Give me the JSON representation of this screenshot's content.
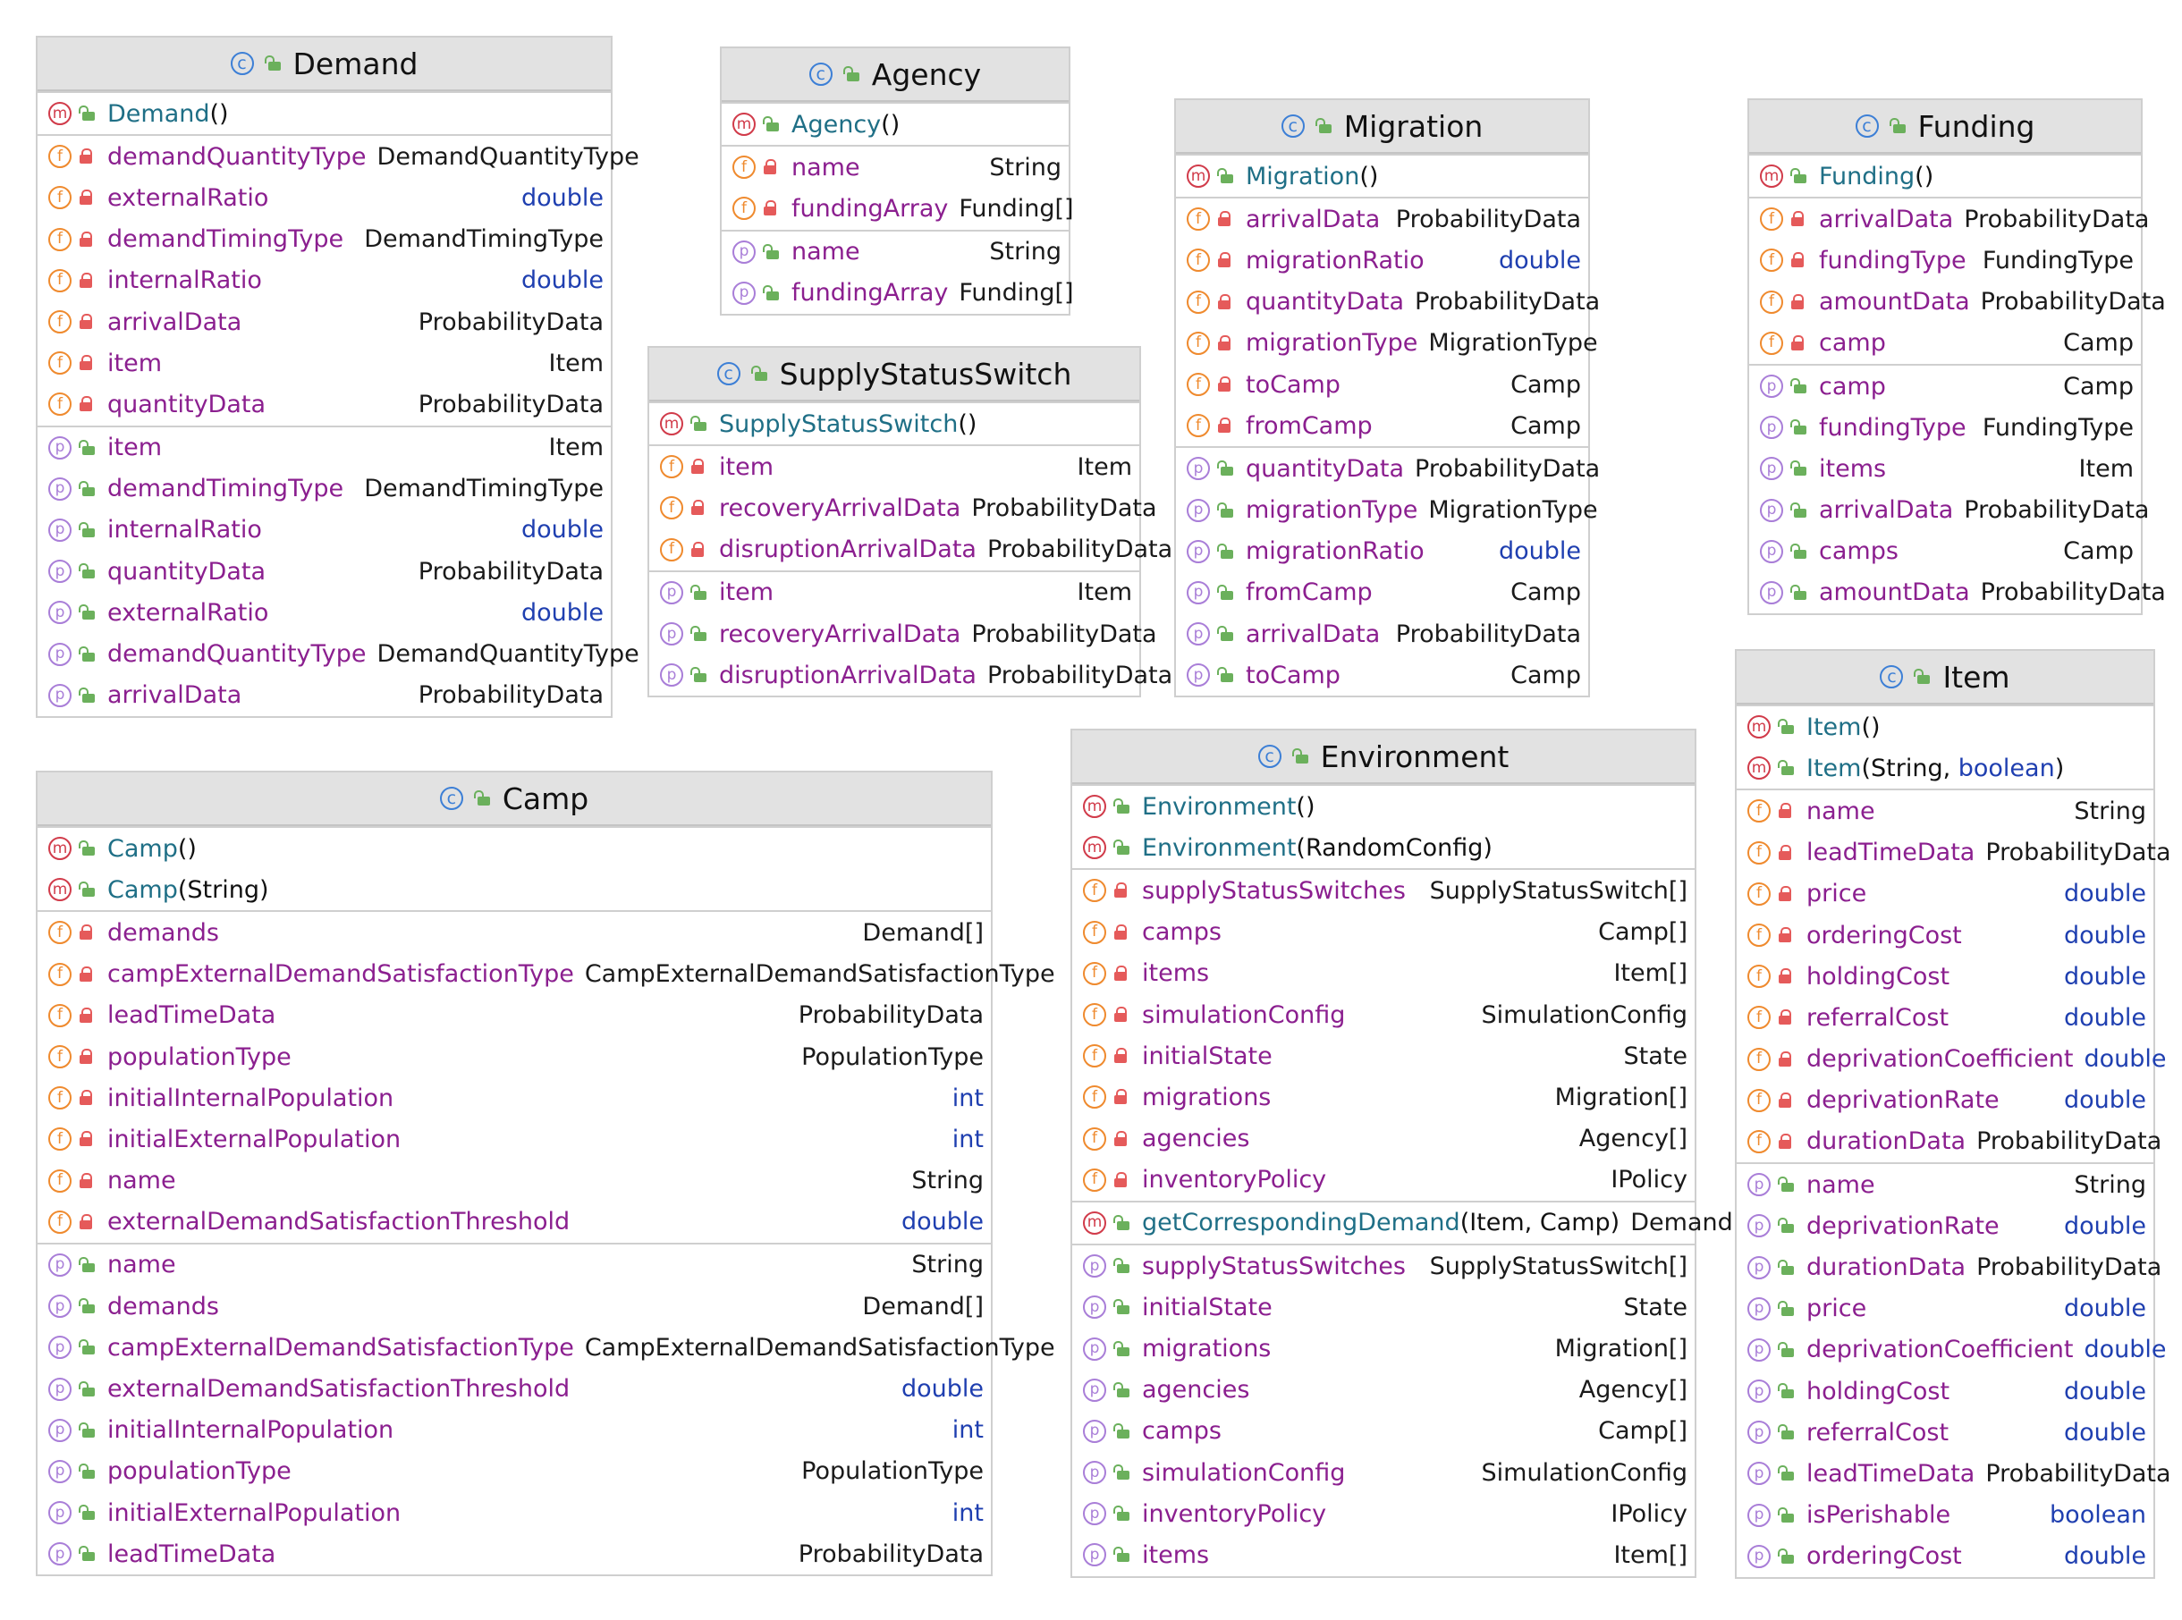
{
  "icons": {
    "class": "class-c-icon",
    "public": "public-lock-icon",
    "private": "private-lock-icon",
    "method": "method-m-icon",
    "field": "field-f-icon",
    "property": "property-p-icon"
  },
  "colors": {
    "method_name": "#1f6f86",
    "member_name": "#8b1f8f",
    "primitive_type": "#1f3fb0",
    "header_bg": "#e2e2e2",
    "method_icon": "#d13b4a",
    "field_icon": "#ef8a2e",
    "property_icon": "#a97ed8",
    "class_icon": "#3c7fd6"
  },
  "classes": [
    {
      "id": "demand",
      "name": "Demand",
      "sections": [
        [
          {
            "kind": "m",
            "vis": "pub",
            "name": "Demand",
            "args": "()"
          }
        ],
        [
          {
            "kind": "f",
            "vis": "priv",
            "name": "demandQuantityType",
            "type": "DemandQuantityType"
          },
          {
            "kind": "f",
            "vis": "priv",
            "name": "externalRatio",
            "type": "double",
            "prim": true
          },
          {
            "kind": "f",
            "vis": "priv",
            "name": "demandTimingType",
            "type": "DemandTimingType"
          },
          {
            "kind": "f",
            "vis": "priv",
            "name": "internalRatio",
            "type": "double",
            "prim": true
          },
          {
            "kind": "f",
            "vis": "priv",
            "name": "arrivalData",
            "type": "ProbabilityData"
          },
          {
            "kind": "f",
            "vis": "priv",
            "name": "item",
            "type": "Item"
          },
          {
            "kind": "f",
            "vis": "priv",
            "name": "quantityData",
            "type": "ProbabilityData"
          }
        ],
        [
          {
            "kind": "p",
            "vis": "pub",
            "name": "item",
            "type": "Item"
          },
          {
            "kind": "p",
            "vis": "pub",
            "name": "demandTimingType",
            "type": "DemandTimingType"
          },
          {
            "kind": "p",
            "vis": "pub",
            "name": "internalRatio",
            "type": "double",
            "prim": true
          },
          {
            "kind": "p",
            "vis": "pub",
            "name": "quantityData",
            "type": "ProbabilityData"
          },
          {
            "kind": "p",
            "vis": "pub",
            "name": "externalRatio",
            "type": "double",
            "prim": true
          },
          {
            "kind": "p",
            "vis": "pub",
            "name": "demandQuantityType",
            "type": "DemandQuantityType"
          },
          {
            "kind": "p",
            "vis": "pub",
            "name": "arrivalData",
            "type": "ProbabilityData"
          }
        ]
      ]
    },
    {
      "id": "agency",
      "name": "Agency",
      "sections": [
        [
          {
            "kind": "m",
            "vis": "pub",
            "name": "Agency",
            "args": "()"
          }
        ],
        [
          {
            "kind": "f",
            "vis": "priv",
            "name": "name",
            "type": "String"
          },
          {
            "kind": "f",
            "vis": "priv",
            "name": "fundingArray",
            "type": "Funding[]"
          }
        ],
        [
          {
            "kind": "p",
            "vis": "pub",
            "name": "name",
            "type": "String"
          },
          {
            "kind": "p",
            "vis": "pub",
            "name": "fundingArray",
            "type": "Funding[]"
          }
        ]
      ]
    },
    {
      "id": "supply",
      "name": "SupplyStatusSwitch",
      "sections": [
        [
          {
            "kind": "m",
            "vis": "pub",
            "name": "SupplyStatusSwitch",
            "args": "()"
          }
        ],
        [
          {
            "kind": "f",
            "vis": "priv",
            "name": "item",
            "type": "Item"
          },
          {
            "kind": "f",
            "vis": "priv",
            "name": "recoveryArrivalData",
            "type": "ProbabilityData"
          },
          {
            "kind": "f",
            "vis": "priv",
            "name": "disruptionArrivalData",
            "type": "ProbabilityData"
          }
        ],
        [
          {
            "kind": "p",
            "vis": "pub",
            "name": "item",
            "type": "Item"
          },
          {
            "kind": "p",
            "vis": "pub",
            "name": "recoveryArrivalData",
            "type": "ProbabilityData"
          },
          {
            "kind": "p",
            "vis": "pub",
            "name": "disruptionArrivalData",
            "type": "ProbabilityData"
          }
        ]
      ]
    },
    {
      "id": "migration",
      "name": "Migration",
      "sections": [
        [
          {
            "kind": "m",
            "vis": "pub",
            "name": "Migration",
            "args": "()"
          }
        ],
        [
          {
            "kind": "f",
            "vis": "priv",
            "name": "arrivalData",
            "type": "ProbabilityData"
          },
          {
            "kind": "f",
            "vis": "priv",
            "name": "migrationRatio",
            "type": "double",
            "prim": true
          },
          {
            "kind": "f",
            "vis": "priv",
            "name": "quantityData",
            "type": "ProbabilityData"
          },
          {
            "kind": "f",
            "vis": "priv",
            "name": "migrationType",
            "type": "MigrationType"
          },
          {
            "kind": "f",
            "vis": "priv",
            "name": "toCamp",
            "type": "Camp"
          },
          {
            "kind": "f",
            "vis": "priv",
            "name": "fromCamp",
            "type": "Camp"
          }
        ],
        [
          {
            "kind": "p",
            "vis": "pub",
            "name": "quantityData",
            "type": "ProbabilityData"
          },
          {
            "kind": "p",
            "vis": "pub",
            "name": "migrationType",
            "type": "MigrationType"
          },
          {
            "kind": "p",
            "vis": "pub",
            "name": "migrationRatio",
            "type": "double",
            "prim": true
          },
          {
            "kind": "p",
            "vis": "pub",
            "name": "fromCamp",
            "type": "Camp"
          },
          {
            "kind": "p",
            "vis": "pub",
            "name": "arrivalData",
            "type": "ProbabilityData"
          },
          {
            "kind": "p",
            "vis": "pub",
            "name": "toCamp",
            "type": "Camp"
          }
        ]
      ]
    },
    {
      "id": "funding",
      "name": "Funding",
      "sections": [
        [
          {
            "kind": "m",
            "vis": "pub",
            "name": "Funding",
            "args": "()"
          }
        ],
        [
          {
            "kind": "f",
            "vis": "priv",
            "name": "arrivalData",
            "type": "ProbabilityData"
          },
          {
            "kind": "f",
            "vis": "priv",
            "name": "fundingType",
            "type": "FundingType"
          },
          {
            "kind": "f",
            "vis": "priv",
            "name": "amountData",
            "type": "ProbabilityData"
          },
          {
            "kind": "f",
            "vis": "priv",
            "name": "camp",
            "type": "Camp"
          }
        ],
        [
          {
            "kind": "p",
            "vis": "pub",
            "name": "camp",
            "type": "Camp"
          },
          {
            "kind": "p",
            "vis": "pub",
            "name": "fundingType",
            "type": "FundingType"
          },
          {
            "kind": "p",
            "vis": "pub",
            "name": "items",
            "type": "Item"
          },
          {
            "kind": "p",
            "vis": "pub",
            "name": "arrivalData",
            "type": "ProbabilityData"
          },
          {
            "kind": "p",
            "vis": "pub",
            "name": "camps",
            "type": "Camp"
          },
          {
            "kind": "p",
            "vis": "pub",
            "name": "amountData",
            "type": "ProbabilityData"
          }
        ]
      ]
    },
    {
      "id": "item",
      "name": "Item",
      "sections": [
        [
          {
            "kind": "m",
            "vis": "pub",
            "name": "Item",
            "args": "()"
          },
          {
            "kind": "m",
            "vis": "pub",
            "name": "Item",
            "args": "(String, boolean)"
          }
        ],
        [
          {
            "kind": "f",
            "vis": "priv",
            "name": "name",
            "type": "String"
          },
          {
            "kind": "f",
            "vis": "priv",
            "name": "leadTimeData",
            "type": "ProbabilityData"
          },
          {
            "kind": "f",
            "vis": "priv",
            "name": "price",
            "type": "double",
            "prim": true
          },
          {
            "kind": "f",
            "vis": "priv",
            "name": "orderingCost",
            "type": "double",
            "prim": true
          },
          {
            "kind": "f",
            "vis": "priv",
            "name": "holdingCost",
            "type": "double",
            "prim": true
          },
          {
            "kind": "f",
            "vis": "priv",
            "name": "referralCost",
            "type": "double",
            "prim": true
          },
          {
            "kind": "f",
            "vis": "priv",
            "name": "deprivationCoefficient",
            "type": "double",
            "prim": true
          },
          {
            "kind": "f",
            "vis": "priv",
            "name": "deprivationRate",
            "type": "double",
            "prim": true
          },
          {
            "kind": "f",
            "vis": "priv",
            "name": "durationData",
            "type": "ProbabilityData"
          }
        ],
        [
          {
            "kind": "p",
            "vis": "pub",
            "name": "name",
            "type": "String"
          },
          {
            "kind": "p",
            "vis": "pub",
            "name": "deprivationRate",
            "type": "double",
            "prim": true
          },
          {
            "kind": "p",
            "vis": "pub",
            "name": "durationData",
            "type": "ProbabilityData"
          },
          {
            "kind": "p",
            "vis": "pub",
            "name": "price",
            "type": "double",
            "prim": true
          },
          {
            "kind": "p",
            "vis": "pub",
            "name": "deprivationCoefficient",
            "type": "double",
            "prim": true
          },
          {
            "kind": "p",
            "vis": "pub",
            "name": "holdingCost",
            "type": "double",
            "prim": true
          },
          {
            "kind": "p",
            "vis": "pub",
            "name": "referralCost",
            "type": "double",
            "prim": true
          },
          {
            "kind": "p",
            "vis": "pub",
            "name": "leadTimeData",
            "type": "ProbabilityData"
          },
          {
            "kind": "p",
            "vis": "pub",
            "name": "isPerishable",
            "type": "boolean",
            "prim": true
          },
          {
            "kind": "p",
            "vis": "pub",
            "name": "orderingCost",
            "type": "double",
            "prim": true
          }
        ]
      ]
    },
    {
      "id": "camp",
      "name": "Camp",
      "sections": [
        [
          {
            "kind": "m",
            "vis": "pub",
            "name": "Camp",
            "args": "()"
          },
          {
            "kind": "m",
            "vis": "pub",
            "name": "Camp",
            "args": "(String)"
          }
        ],
        [
          {
            "kind": "f",
            "vis": "priv",
            "name": "demands",
            "type": "Demand[]"
          },
          {
            "kind": "f",
            "vis": "priv",
            "name": "campExternalDemandSatisfactionType",
            "type": "CampExternalDemandSatisfactionType"
          },
          {
            "kind": "f",
            "vis": "priv",
            "name": "leadTimeData",
            "type": "ProbabilityData"
          },
          {
            "kind": "f",
            "vis": "priv",
            "name": "populationType",
            "type": "PopulationType"
          },
          {
            "kind": "f",
            "vis": "priv",
            "name": "initialInternalPopulation",
            "type": "int",
            "prim": true
          },
          {
            "kind": "f",
            "vis": "priv",
            "name": "initialExternalPopulation",
            "type": "int",
            "prim": true
          },
          {
            "kind": "f",
            "vis": "priv",
            "name": "name",
            "type": "String"
          },
          {
            "kind": "f",
            "vis": "priv",
            "name": "externalDemandSatisfactionThreshold",
            "type": "double",
            "prim": true
          }
        ],
        [
          {
            "kind": "p",
            "vis": "pub",
            "name": "name",
            "type": "String"
          },
          {
            "kind": "p",
            "vis": "pub",
            "name": "demands",
            "type": "Demand[]"
          },
          {
            "kind": "p",
            "vis": "pub",
            "name": "campExternalDemandSatisfactionType",
            "type": "CampExternalDemandSatisfactionType"
          },
          {
            "kind": "p",
            "vis": "pub",
            "name": "externalDemandSatisfactionThreshold",
            "type": "double",
            "prim": true
          },
          {
            "kind": "p",
            "vis": "pub",
            "name": "initialInternalPopulation",
            "type": "int",
            "prim": true
          },
          {
            "kind": "p",
            "vis": "pub",
            "name": "populationType",
            "type": "PopulationType"
          },
          {
            "kind": "p",
            "vis": "pub",
            "name": "initialExternalPopulation",
            "type": "int",
            "prim": true
          },
          {
            "kind": "p",
            "vis": "pub",
            "name": "leadTimeData",
            "type": "ProbabilityData"
          }
        ]
      ]
    },
    {
      "id": "environment",
      "name": "Environment",
      "sections": [
        [
          {
            "kind": "m",
            "vis": "pub",
            "name": "Environment",
            "args": "()"
          },
          {
            "kind": "m",
            "vis": "pub",
            "name": "Environment",
            "args": "(RandomConfig)"
          }
        ],
        [
          {
            "kind": "f",
            "vis": "priv",
            "name": "supplyStatusSwitches",
            "type": "SupplyStatusSwitch[]"
          },
          {
            "kind": "f",
            "vis": "priv",
            "name": "camps",
            "type": "Camp[]"
          },
          {
            "kind": "f",
            "vis": "priv",
            "name": "items",
            "type": "Item[]"
          },
          {
            "kind": "f",
            "vis": "priv",
            "name": "simulationConfig",
            "type": "SimulationConfig"
          },
          {
            "kind": "f",
            "vis": "priv",
            "name": "initialState",
            "type": "State"
          },
          {
            "kind": "f",
            "vis": "priv",
            "name": "migrations",
            "type": "Migration[]"
          },
          {
            "kind": "f",
            "vis": "priv",
            "name": "agencies",
            "type": "Agency[]"
          },
          {
            "kind": "f",
            "vis": "priv",
            "name": "inventoryPolicy",
            "type": "IPolicy"
          }
        ],
        [
          {
            "kind": "m",
            "vis": "pub",
            "name": "getCorrespondingDemand",
            "args": "(Item, Camp)",
            "type": "Demand"
          }
        ],
        [
          {
            "kind": "p",
            "vis": "pub",
            "name": "supplyStatusSwitches",
            "type": "SupplyStatusSwitch[]"
          },
          {
            "kind": "p",
            "vis": "pub",
            "name": "initialState",
            "type": "State"
          },
          {
            "kind": "p",
            "vis": "pub",
            "name": "migrations",
            "type": "Migration[]"
          },
          {
            "kind": "p",
            "vis": "pub",
            "name": "agencies",
            "type": "Agency[]"
          },
          {
            "kind": "p",
            "vis": "pub",
            "name": "camps",
            "type": "Camp[]"
          },
          {
            "kind": "p",
            "vis": "pub",
            "name": "simulationConfig",
            "type": "SimulationConfig"
          },
          {
            "kind": "p",
            "vis": "pub",
            "name": "inventoryPolicy",
            "type": "IPolicy"
          },
          {
            "kind": "p",
            "vis": "pub",
            "name": "items",
            "type": "Item[]"
          }
        ]
      ]
    }
  ]
}
